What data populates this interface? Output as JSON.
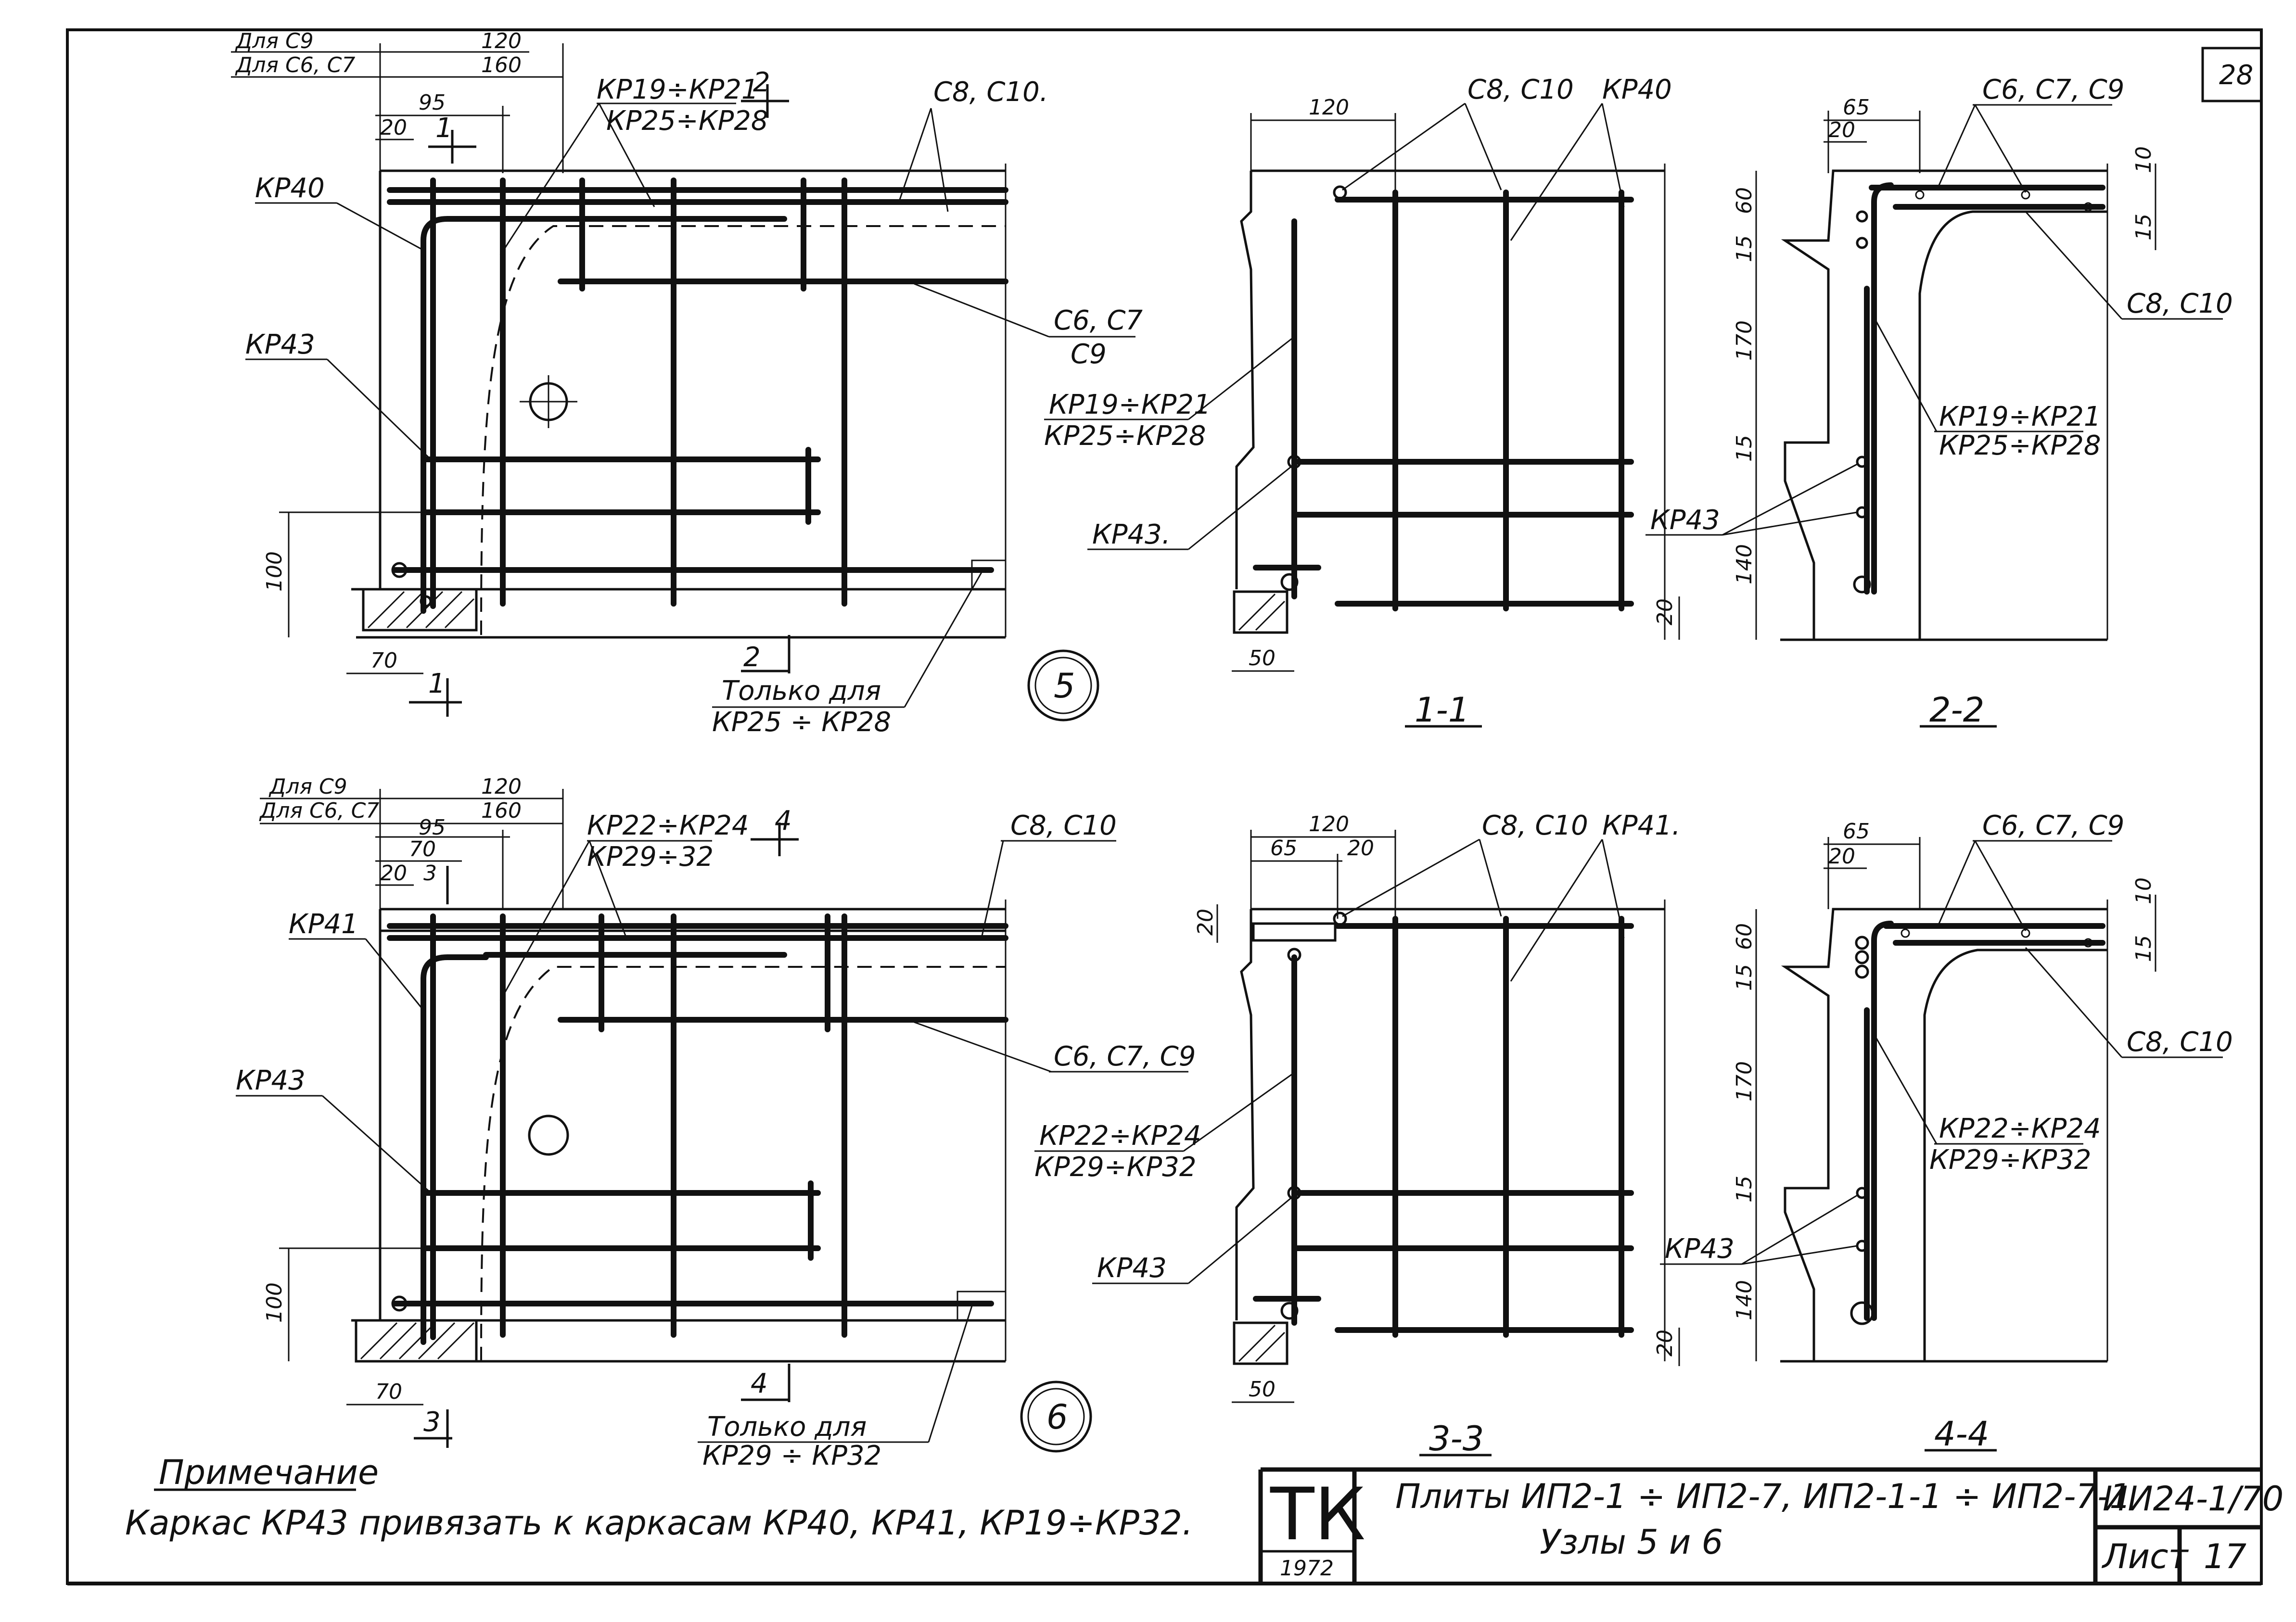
{
  "sheet_corner": "28",
  "node5": {
    "for_c9": "Для С9",
    "for_c6c7": "Для С6, С7",
    "dim_120": "120",
    "dim_160": "160",
    "dim_95": "95",
    "dim_20": "20",
    "sec_1": "1",
    "sec_2": "2",
    "dim_100": "100",
    "dim_70": "70",
    "kp19_kp21": "КР19÷КР21",
    "kp25_kp28": "КР25÷КР28",
    "c8c10": "С8, С10.",
    "kp40": "КР40",
    "kp43": "КР43",
    "c6c7": "С6, С7",
    "c9": "С9",
    "only_for": "Только для",
    "only_for_kp": "КР25 ÷ КР28",
    "node_number": "5"
  },
  "node6": {
    "for_c9": "Для С9",
    "for_c6c7": "Для С6, С7",
    "dim_120": "120",
    "dim_160": "160",
    "dim_95": "95",
    "dim_70b": "70",
    "dim_20": "20",
    "sec_3": "3",
    "sec_4": "4",
    "dim_100": "100",
    "dim_70": "70",
    "kp22_kp24": "КР22÷КР24",
    "kp29_32": "КР29÷32",
    "c8c10": "С8, С10",
    "kp41": "КР41",
    "kp43": "КР43",
    "c6c7c9": "С6, С7, С9",
    "only_for": "Только для",
    "only_for_kp": "КР29 ÷ КР32",
    "node_number": "6"
  },
  "section_1_1": {
    "title": "1-1",
    "dim_120": "120",
    "dim_50": "50",
    "dim_20": "20",
    "c8c10": "С8, С10",
    "kp40": "КР40",
    "kp19_kp21": "КР19÷КР21",
    "kp25_kp28": "КР25÷КР28",
    "kp43": "КР43."
  },
  "section_2_2": {
    "title": "2-2",
    "dim_65": "65",
    "dim_20": "20",
    "dim_60": "60",
    "dim_15a": "15",
    "dim_170": "170",
    "dim_15b": "15",
    "dim_140": "140",
    "dim_10": "10",
    "dim_15c": "15",
    "c6c7c9": "С6, С7, С9",
    "c8c10": "С8, С10",
    "kp19_kp21": "КР19÷КР21",
    "kp25_kp28": "КР25÷КР28",
    "kp43": "КР43"
  },
  "section_3_3": {
    "title": "3-3",
    "dim_120": "120",
    "dim_65": "65",
    "dim_20a": "20",
    "dim_20b": "20",
    "dim_50": "50",
    "dim_20c": "20",
    "c8c10": "С8, С10",
    "kp41": "КР41.",
    "kp22_kp24": "КР22÷КР24",
    "kp29_kp32": "КР29÷КР32",
    "kp43": "КР43"
  },
  "section_4_4": {
    "title": "4-4",
    "dim_65": "65",
    "dim_20": "20",
    "dim_60": "60",
    "dim_15a": "15",
    "dim_170": "170",
    "dim_15b": "15",
    "dim_140": "140",
    "dim_10": "10",
    "dim_15c": "15",
    "c6c7c9": "С6, С7, С9",
    "c8c10": "С8, С10",
    "kp22_kp24": "КР22÷КР24",
    "kp29_kp32": "КР29÷КР32",
    "kp43": "КР43"
  },
  "note": {
    "heading": "Примечание",
    "text": "Каркас КР43 привязать к каркасам КР40, КР41, КР19÷КР32."
  },
  "title_block": {
    "logo": "ТК",
    "year": "1972",
    "title_line1": "Плиты ИП2-1 ÷ ИП2-7, ИП2-1-1 ÷ ИП2-7-1",
    "title_line2": "Узлы 5 и 6",
    "doc_code": "ИИ24-1/70",
    "sheet_label": "Лист",
    "sheet_number": "17"
  }
}
